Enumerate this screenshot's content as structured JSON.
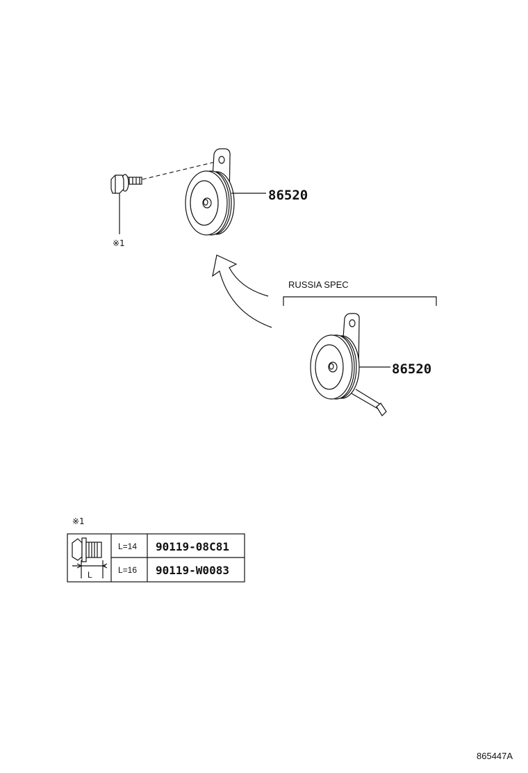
{
  "horn_main": {
    "part_number": "86520"
  },
  "horn_russia": {
    "part_number": "86520",
    "spec_label": "RUSSIA SPEC"
  },
  "bolt": {
    "ref_mark": "※1"
  },
  "bolt_table": {
    "ref_mark": "※1",
    "dimension_label": "L",
    "rows": [
      {
        "length": "L=14",
        "part_number": "90119-08C81"
      },
      {
        "length": "L=16",
        "part_number": "90119-W0083"
      }
    ]
  },
  "figure_id": "865447A",
  "colors": {
    "ink": "#111111",
    "paper": "#ffffff"
  }
}
